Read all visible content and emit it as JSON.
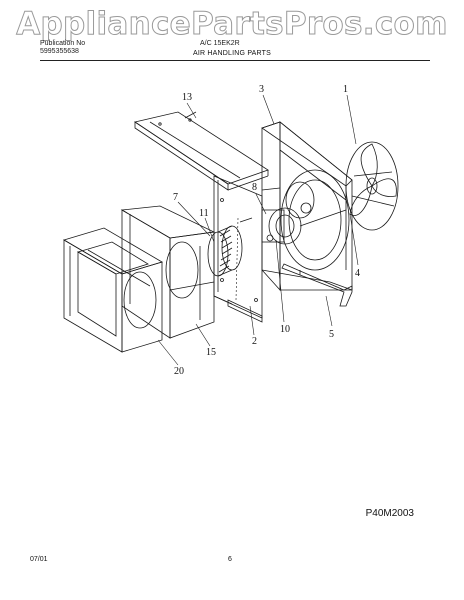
{
  "watermark": "AppliancePartsPros.com",
  "header": {
    "left_top": "Publication No",
    "left_bottom": "5995355638",
    "center": "A/C 15EK2R",
    "section_title": "AIR HANDLING PARTS"
  },
  "figure_code": "P40M2003",
  "footer": {
    "date": "07/01",
    "page": "6"
  },
  "callouts": [
    "13",
    "3",
    "1",
    "7",
    "11",
    "8",
    "4",
    "2",
    "10",
    "5",
    "15",
    "20"
  ],
  "colors": {
    "line": "#1a1a1a",
    "watermark_outline": "#9a9a9a"
  }
}
